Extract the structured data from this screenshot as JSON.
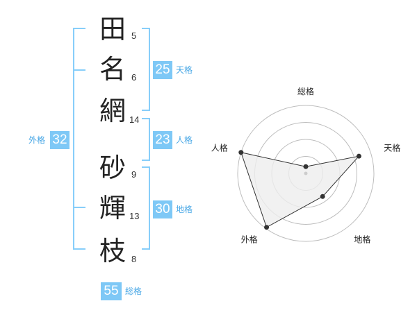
{
  "name_chars": [
    {
      "char": "田",
      "strokes": "5"
    },
    {
      "char": "名",
      "strokes": "6"
    },
    {
      "char": "網",
      "strokes": "14"
    },
    {
      "char": "砂",
      "strokes": "9"
    },
    {
      "char": "輝",
      "strokes": "13"
    },
    {
      "char": "枝",
      "strokes": "8"
    }
  ],
  "fortunes": {
    "tenkaku": {
      "value": "25",
      "label": "天格"
    },
    "jinkaku": {
      "value": "23",
      "label": "人格"
    },
    "chikaku": {
      "value": "30",
      "label": "地格"
    },
    "gaikaku": {
      "value": "32",
      "label": "外格"
    },
    "soukaku": {
      "value": "55",
      "label": "総格"
    }
  },
  "chart_data": {
    "type": "radar",
    "axes": [
      "総格",
      "天格",
      "地格",
      "外格",
      "人格"
    ],
    "values": [
      0.1,
      0.82,
      0.42,
      0.98,
      1.0
    ],
    "range": [
      0,
      1
    ],
    "rings": 4,
    "colors": {
      "accent": "#87cefa",
      "fill": "#eeeeee",
      "line": "#333333",
      "ring": "#bdbdbd"
    }
  }
}
